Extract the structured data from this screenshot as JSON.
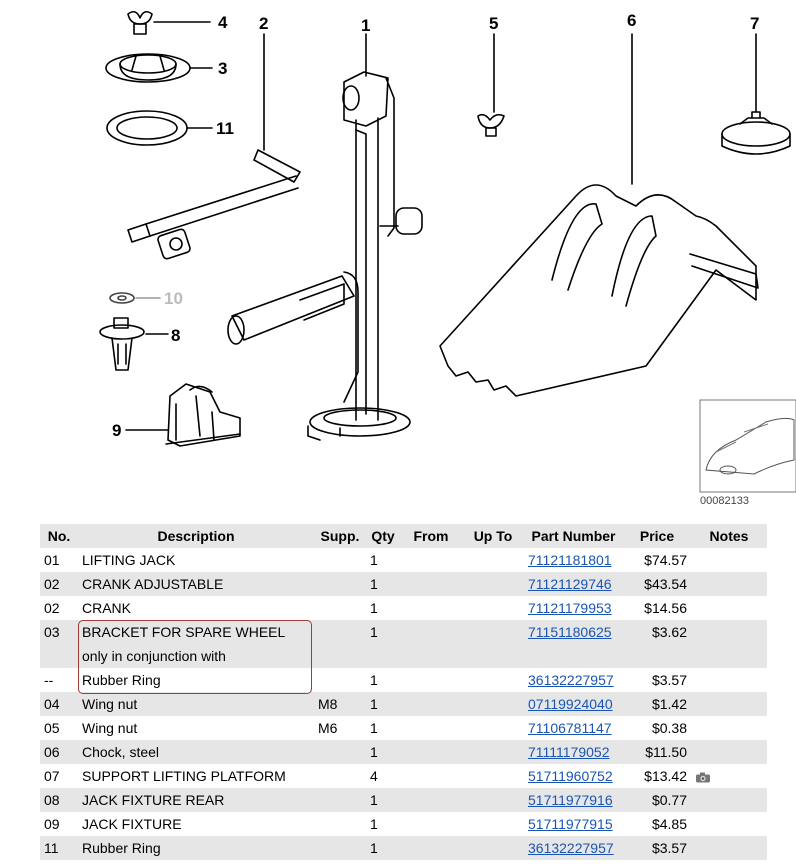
{
  "diagram": {
    "figure_code": "00082133",
    "callouts": {
      "c1": "1",
      "c2": "2",
      "c3": "3",
      "c4": "4",
      "c5": "5",
      "c6": "6",
      "c7": "7",
      "c8": "8",
      "c9": "9",
      "c10": "10",
      "c11": "11"
    }
  },
  "table": {
    "headers": {
      "no": "No.",
      "description": "Description",
      "supp": "Supp.",
      "qty": "Qty",
      "from": "From",
      "upto": "Up To",
      "part_number": "Part Number",
      "price": "Price",
      "notes": "Notes"
    },
    "rows": [
      {
        "no": "01",
        "description": "LIFTING JACK",
        "supp": "",
        "qty": "1",
        "part_number": "71121181801",
        "price": "$74.57"
      },
      {
        "no": "02",
        "description": "CRANK ADJUSTABLE",
        "supp": "",
        "qty": "1",
        "part_number": "71121129746",
        "price": "$43.54"
      },
      {
        "no": "02",
        "description": "CRANK",
        "supp": "",
        "qty": "1",
        "part_number": "71121179953",
        "price": "$14.56"
      },
      {
        "no": "03",
        "description": "BRACKET FOR SPARE WHEEL",
        "supp": "",
        "qty": "1",
        "part_number": "71151180625",
        "price": "$3.62"
      },
      {
        "no": "",
        "description": "only in conjunction with",
        "supp": "",
        "qty": "",
        "part_number": "",
        "price": ""
      },
      {
        "no": "--",
        "description": "Rubber Ring",
        "supp": "",
        "qty": "1",
        "part_number": "36132227957",
        "price": "$3.57"
      },
      {
        "no": "04",
        "description": "Wing nut",
        "supp": "M8",
        "qty": "1",
        "part_number": "07119924040",
        "price": "$1.42"
      },
      {
        "no": "05",
        "description": "Wing nut",
        "supp": "M6",
        "qty": "1",
        "part_number": "71106781147",
        "price": "$0.38"
      },
      {
        "no": "06",
        "description": "Chock, steel",
        "supp": "",
        "qty": "1",
        "part_number": "71111179052",
        "price": "$11.50"
      },
      {
        "no": "07",
        "description": "SUPPORT LIFTING PLATFORM",
        "supp": "",
        "qty": "4",
        "part_number": "51711960752",
        "price": "$13.42",
        "notes_icon": "camera-icon"
      },
      {
        "no": "08",
        "description": "JACK FIXTURE REAR",
        "supp": "",
        "qty": "1",
        "part_number": "51711977916",
        "price": "$0.77"
      },
      {
        "no": "09",
        "description": "JACK FIXTURE",
        "supp": "",
        "qty": "1",
        "part_number": "51711977915",
        "price": "$4.85"
      },
      {
        "no": "11",
        "description": "Rubber Ring",
        "supp": "",
        "qty": "1",
        "part_number": "36132227957",
        "price": "$3.57"
      }
    ]
  },
  "colors": {
    "link": "#1a55b4",
    "row_stripe": "#e6e6e6",
    "highlight_border": "#a33a3a"
  }
}
